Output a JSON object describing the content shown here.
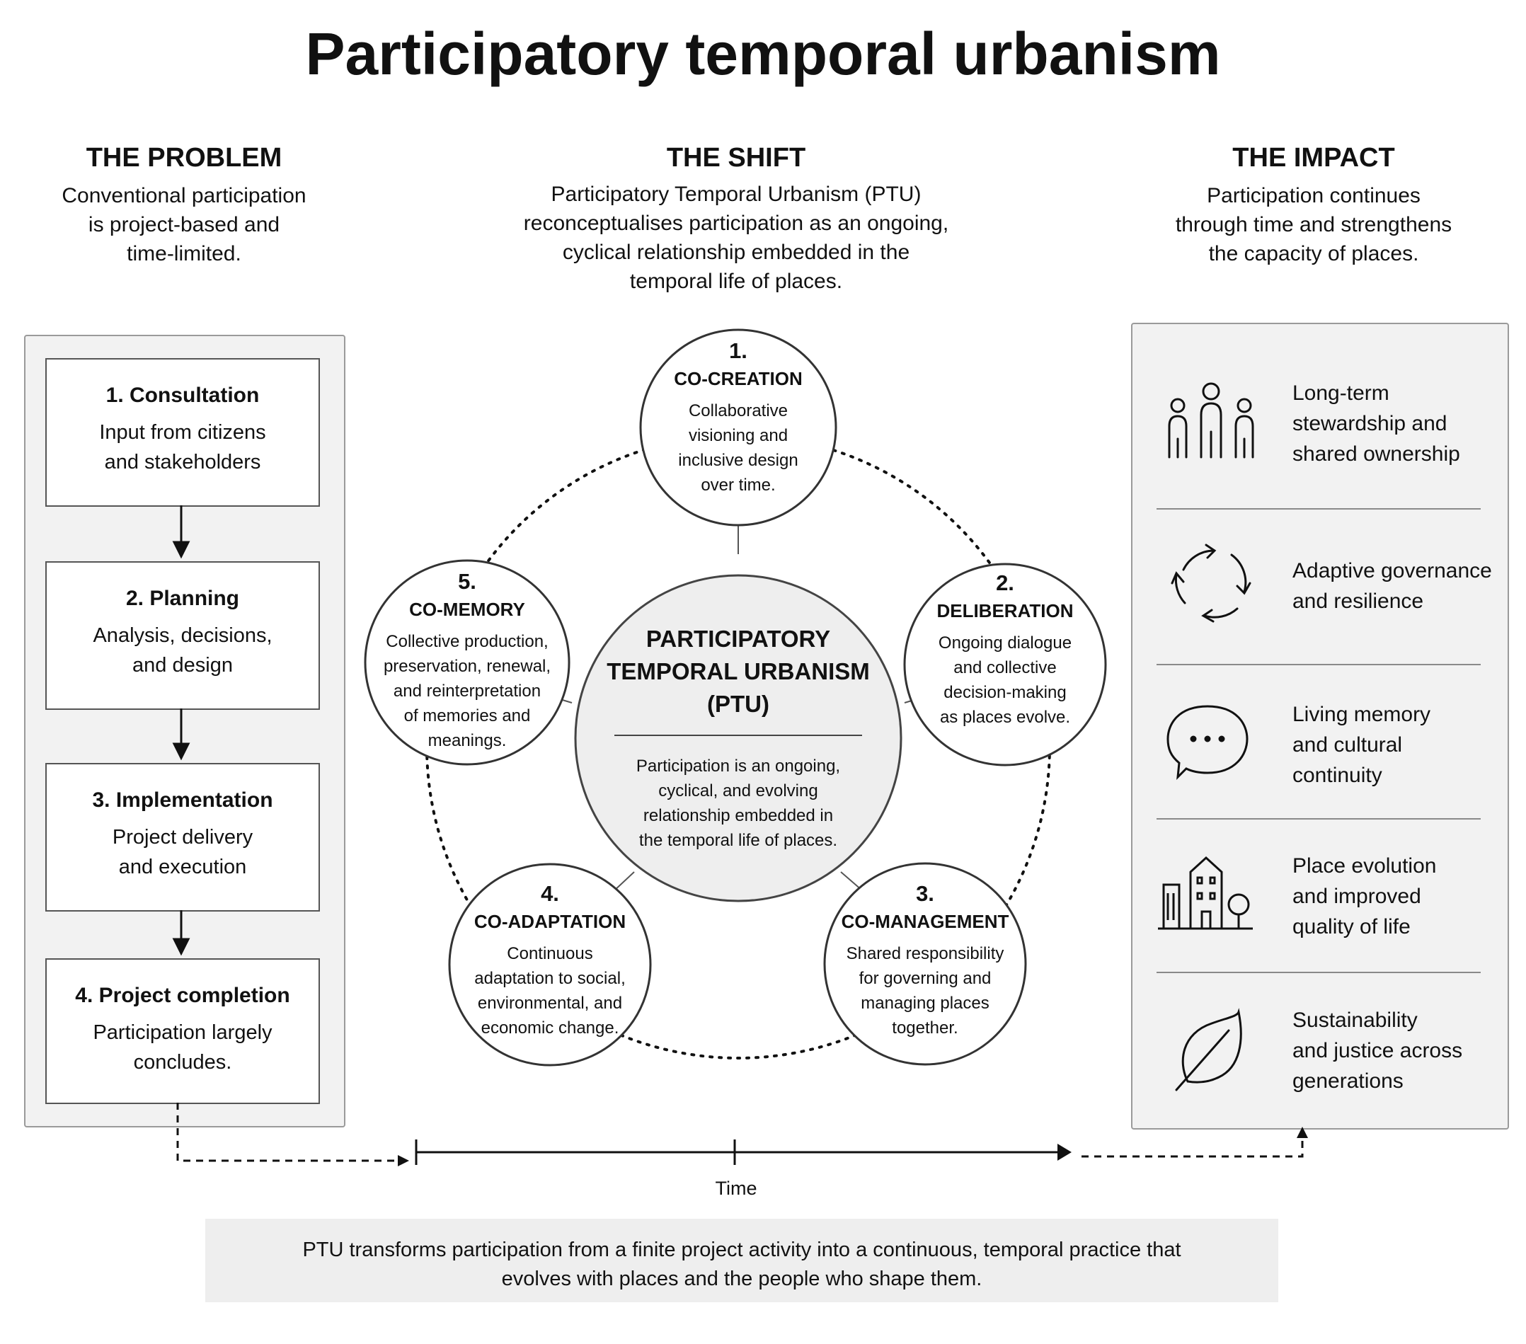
{
  "title": "Participatory temporal urbanism",
  "problem": {
    "heading": "THE PROBLEM",
    "subtitle_lines": [
      "Conventional participation",
      "is project-based and",
      "time-limited."
    ],
    "steps": [
      {
        "title": "1.  Consultation",
        "desc_lines": [
          "Input from citizens",
          "and stakeholders"
        ]
      },
      {
        "title": "2.  Planning",
        "desc_lines": [
          "Analysis, decisions,",
          "and design"
        ]
      },
      {
        "title": "3.  Implementation",
        "desc_lines": [
          "Project delivery",
          "and execution"
        ]
      },
      {
        "title": "4.  Project completion",
        "desc_lines": [
          "Participation largely",
          "concludes."
        ]
      }
    ]
  },
  "shift": {
    "heading": "THE SHIFT",
    "subtitle_lines": [
      "Participatory Temporal Urbanism (PTU)",
      "reconceptualises participation as an ongoing,",
      "cyclical relationship embedded in the",
      "temporal life of places."
    ],
    "center": {
      "title_lines": [
        "PARTICIPATORY",
        "TEMPORAL URBANISM",
        "(PTU)"
      ],
      "desc_lines": [
        "Participation is an ongoing,",
        "cyclical, and evolving",
        "relationship embedded in",
        "the temporal life of places."
      ]
    },
    "cycle": [
      {
        "num": "1.",
        "name": "CO-CREATION",
        "desc_lines": [
          "Collaborative",
          "visioning and",
          "inclusive design",
          "over time."
        ]
      },
      {
        "num": "2.",
        "name": "DELIBERATION",
        "desc_lines": [
          "Ongoing dialogue",
          "and collective",
          "decision-making",
          "as places evolve."
        ]
      },
      {
        "num": "3.",
        "name": "CO-MANAGEMENT",
        "desc_lines": [
          "Shared responsibility",
          "for governing and",
          "managing places",
          "together."
        ]
      },
      {
        "num": "4.",
        "name": "CO-ADAPTATION",
        "desc_lines": [
          "Continuous",
          "adaptation to social,",
          "environmental, and",
          "economic change."
        ]
      },
      {
        "num": "5.",
        "name": "CO-MEMORY",
        "desc_lines": [
          "Collective production,",
          "preservation, renewal,",
          "and reinterpretation",
          "of memories and",
          "meanings."
        ]
      }
    ]
  },
  "impact": {
    "heading": "THE IMPACT",
    "subtitle_lines": [
      "Participation continues",
      "through time and strengthens",
      "the capacity of places."
    ],
    "items": [
      {
        "icon": "people-icon",
        "lines": [
          "Long-term",
          "stewardship and",
          "shared ownership"
        ]
      },
      {
        "icon": "cycle-arrows-icon",
        "lines": [
          "Adaptive governance",
          "and resilience"
        ]
      },
      {
        "icon": "speech-bubble-icon",
        "lines": [
          "Living memory",
          "and cultural",
          "continuity"
        ]
      },
      {
        "icon": "buildings-tree-icon",
        "lines": [
          "Place evolution",
          "and improved",
          "quality of life"
        ]
      },
      {
        "icon": "leaf-icon",
        "lines": [
          "Sustainability",
          "and justice across",
          "generations"
        ]
      }
    ]
  },
  "timeline": {
    "label": "Time"
  },
  "footer": {
    "lines": [
      "PTU transforms participation from a finite project activity into a continuous, temporal practice that",
      "evolves with places and the people who shape them."
    ]
  }
}
